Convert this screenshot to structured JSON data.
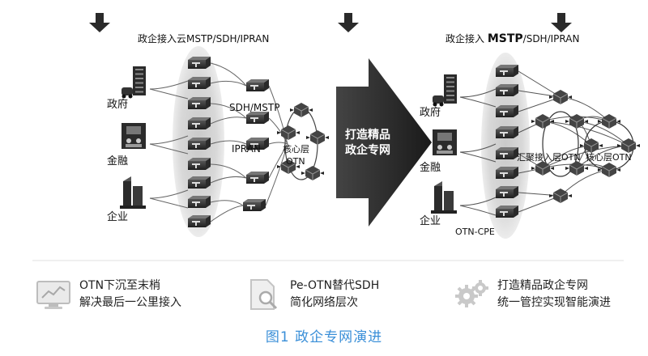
{
  "left": {
    "header": "政企接入云MSTP/SDH/IPRAN",
    "customers": [
      "政府",
      "金融",
      "企业"
    ],
    "label_sdh": "SDH/MSTP",
    "label_ipran": "IPRAN",
    "core_line1": "核心层",
    "core_line2": "OTN"
  },
  "center": {
    "line1": "打造精品",
    "line2": "政企专网"
  },
  "right": {
    "header_a": "政企接入 ",
    "header_b": "MSTP",
    "header_c": "/SDH/IPRAN",
    "customers": [
      "政府",
      "金融",
      "企业"
    ],
    "label_agg": "汇聚接入层OTN",
    "label_core": "核心层OTN",
    "label_cpe": "OTN-CPE"
  },
  "features": [
    {
      "icon": "monitor-chart-icon",
      "line1": "OTN下沉至末梢",
      "line2": "解决最后一公里接入"
    },
    {
      "icon": "document-search-icon",
      "line1": "Pe-OTN替代SDH",
      "line2": "简化网络层次"
    },
    {
      "icon": "gears-icon",
      "line1": "打造精品政企专网",
      "line2": "统一管控实现智能演进"
    }
  ],
  "caption": "图1 政企专网演进",
  "colors": {
    "caption": "#3a8fd8",
    "arrow": "#2b2b2b",
    "device": "#333333"
  }
}
